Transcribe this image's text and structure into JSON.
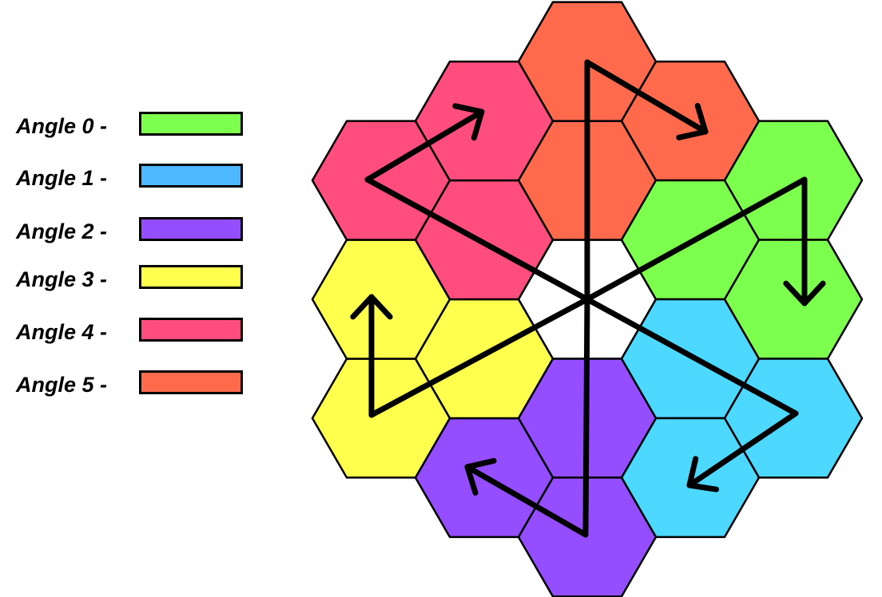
{
  "legend": {
    "items": [
      {
        "label": "Angle 0 -",
        "color": "#7dff4d"
      },
      {
        "label": "Angle 1 -",
        "color": "#4db8ff"
      },
      {
        "label": "Angle 2 -",
        "color": "#944dff"
      },
      {
        "label": "Angle 3 -",
        "color": "#ffff4d"
      },
      {
        "label": "Angle 4 -",
        "color": "#ff4d7d"
      },
      {
        "label": "Angle 5 -",
        "color": "#ff6a4d"
      }
    ]
  },
  "diagram": {
    "center_cell_color": "#ffffff",
    "angle_cell_colors": {
      "angle-0": "#7dff4d",
      "angle-1": "#4dd8ff",
      "angle-2": "#944dff",
      "angle-3": "#ffff4d",
      "angle-4": "#ff4d7d",
      "angle-5": "#ff6a4d"
    },
    "line_color": "#000000"
  }
}
